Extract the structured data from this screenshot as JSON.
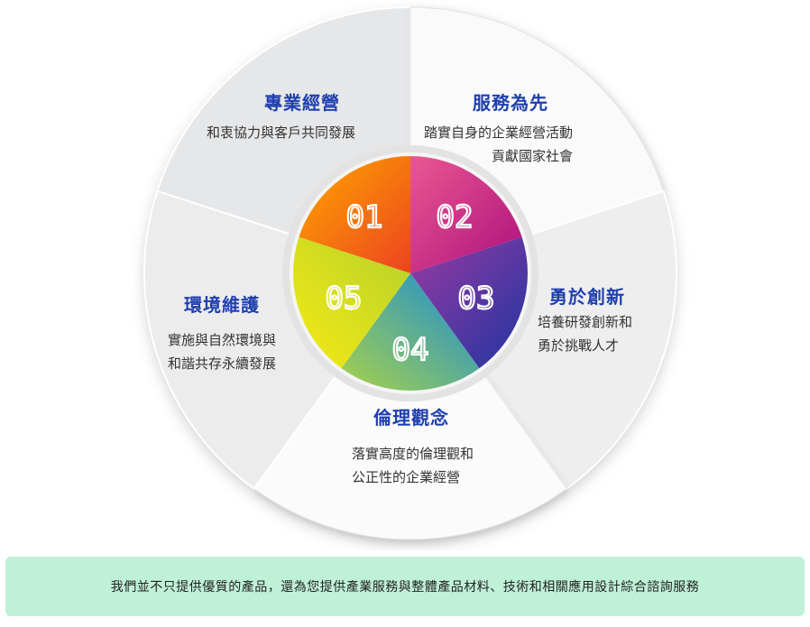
{
  "segments": [
    {
      "num": "01",
      "title": "專業經營",
      "desc_lines": [
        "和衷協力與客戶共同發展"
      ]
    },
    {
      "num": "02",
      "title": "服務為先",
      "desc_lines": [
        "踏實自身的企業經營活動",
        "貢獻國家社會"
      ]
    },
    {
      "num": "03",
      "title": "勇於創新",
      "desc_lines": [
        "培養研發創新和",
        "勇於挑戰人才"
      ]
    },
    {
      "num": "04",
      "title": "倫理觀念",
      "desc_lines": [
        "落實高度的倫理觀和",
        "公正性的企業經營"
      ]
    },
    {
      "num": "05",
      "title": "環境維護",
      "desc_lines": [
        "實施與自然環境與",
        "和諧共存永續發展"
      ]
    }
  ],
  "footer": {
    "text": "我們並不只提供優質的產品，還為您提供產業服務與整體產品材料、技術和相關應用設計綜合諮詢服務"
  },
  "colors": {
    "title": "#1f3fae",
    "footer_bg": "#bff0d8",
    "inner_01": [
      "#ff9d00",
      "#ee4a1e"
    ],
    "inner_02": [
      "#e8508f",
      "#b1127c"
    ],
    "inner_03": [
      "#8a2c9a",
      "#2437a0"
    ],
    "inner_04": [
      "#1d8fd6",
      "#9dd14c"
    ],
    "inner_05": [
      "#f3ec1a",
      "#a6cf2c"
    ]
  }
}
